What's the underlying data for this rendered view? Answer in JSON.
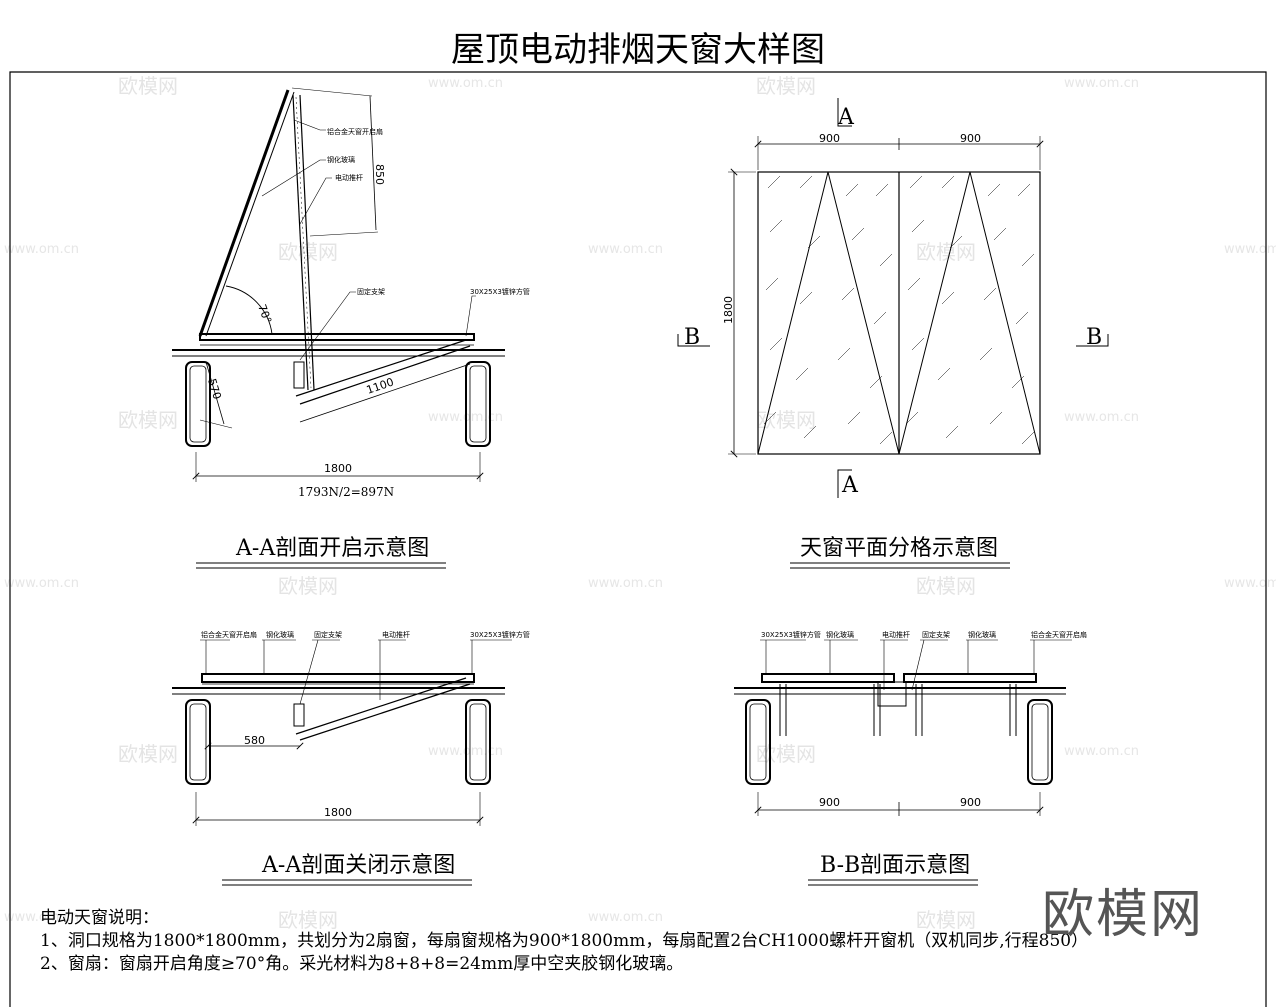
{
  "title": "屋顶电动排烟天窗大样图",
  "views": {
    "aa_open": {
      "caption": "A-A剖面开启示意图",
      "labels": {
        "frame": "铝合金天窗开启扇",
        "glass": "钢化玻璃",
        "actuator": "电动推杆",
        "bracket": "固定支架",
        "tube": "30X25X3镀锌方管"
      },
      "dims": {
        "stroke": "850",
        "angle": "70°",
        "arm": "1100",
        "offset": "570",
        "width": "1800",
        "force": "1793N/2=897N"
      }
    },
    "plan": {
      "caption": "天窗平面分格示意图",
      "section_marks": {
        "a": "A",
        "b": "B"
      },
      "dims": {
        "w1": "900",
        "w2": "900",
        "height": "1800"
      }
    },
    "aa_closed": {
      "caption": "A-A剖面关闭示意图",
      "labels": {
        "frame": "铝合金天窗开启扇",
        "glass": "钢化玻璃",
        "bracket": "固定支架",
        "actuator": "电动推杆",
        "tube": "30X25X3镀锌方管"
      },
      "dims": {
        "offset": "580",
        "width": "1800"
      }
    },
    "bb": {
      "caption": "B-B剖面示意图",
      "labels": {
        "tube": "30X25X3镀锌方管",
        "glass": "钢化玻璃",
        "actuator": "电动推杆",
        "bracket": "固定支架",
        "glass2": "钢化玻璃",
        "frame": "铝合金天窗开启扇"
      },
      "dims": {
        "w1": "900",
        "w2": "900"
      }
    }
  },
  "notes": {
    "heading": "电动天窗说明：",
    "line1": "1、洞口规格为1800*1800mm，共划分为2扇窗，每扇窗规格为900*1800mm，每扇配置2台CH1000螺杆开窗机（双机同步,行程850）",
    "line2": "2、窗扇：窗扇开启角度≥70°角。采光材料为8+8+8=24mm厚中空夹胶钢化玻璃。"
  },
  "watermark": {
    "logo": "欧模网",
    "url": "www.om.cn"
  },
  "brand": "欧模网"
}
